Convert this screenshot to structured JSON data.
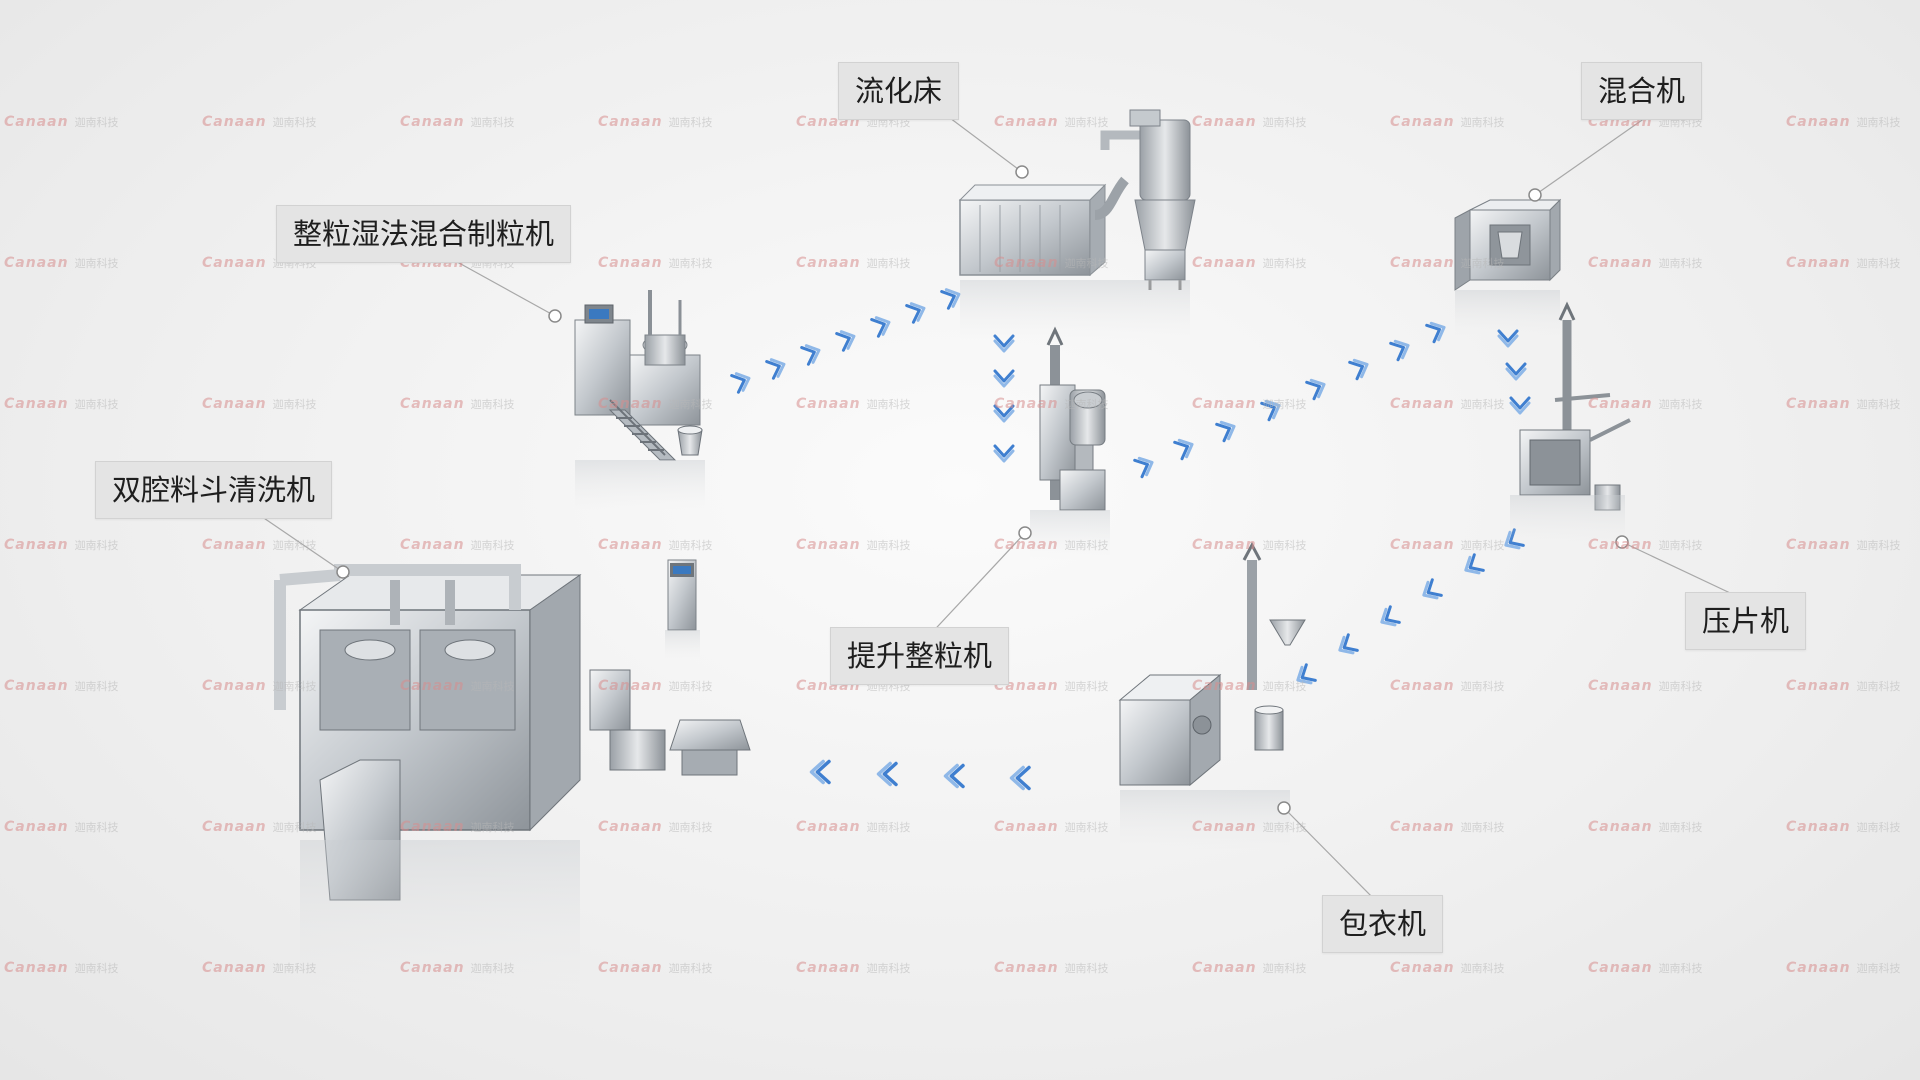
{
  "watermark": {
    "brand": "Canaan",
    "cn": "迦南科技"
  },
  "colors": {
    "arrow": "#5b93d6",
    "steel": "#b9bec4",
    "label_bg": "#e4e4e4"
  },
  "machines": {
    "fluid_bed": {
      "label": "流化床"
    },
    "mixer": {
      "label": "混合机"
    },
    "granulator": {
      "label": "整粒湿法混合制粒机"
    },
    "washer": {
      "label": "双腔料斗清洗机"
    },
    "lift_mill": {
      "label": "提升整粒机"
    },
    "tablet_press": {
      "label": "压片机"
    },
    "coater": {
      "label": "包衣机"
    }
  }
}
